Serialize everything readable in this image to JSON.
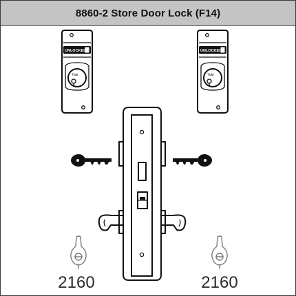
{
  "title": "8860-2 Store Door Lock (F14)",
  "indicator_text": "UNLOCKED",
  "brand_text": "Yale",
  "left_thumbturn_number": "2160",
  "right_thumbturn_number": "2160",
  "icons": {
    "escutcheon": "cylinder-escutcheon-icon",
    "key": "key-icon",
    "lever": "lever-handle-icon",
    "thumbturn": "thumbturn-icon",
    "mortise": "mortise-lock-body"
  },
  "colors": {
    "title_background": "#c4c4c4",
    "line": "#111111",
    "indicator_background": "#111111",
    "thumbturn_line": "#7a7a7a"
  }
}
